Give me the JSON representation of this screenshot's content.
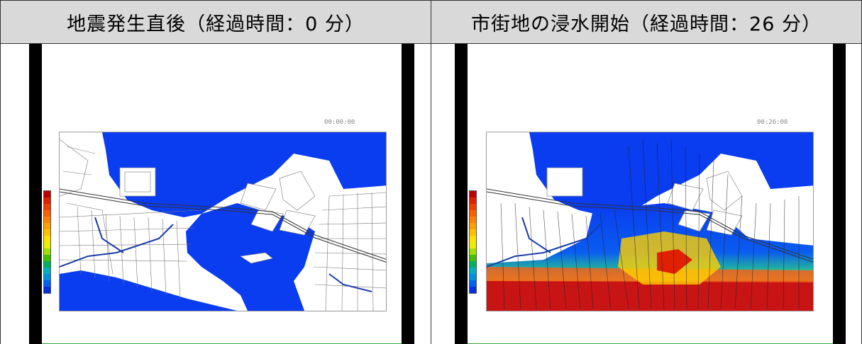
{
  "panels": [
    {
      "title": "地震発生直後（経過時間：0 分）",
      "timestamp": "00:00:00"
    },
    {
      "title": "市街地の浸水開始（経過時間：26 分）",
      "timestamp": "00:26:00"
    }
  ],
  "colors": {
    "header_bg": "#d9d9d9",
    "sea_blue": "#0a3cf0",
    "flood_red": "#c81414",
    "legend_scale": [
      "#c00000",
      "#e02000",
      "#f04000",
      "#f86000",
      "#ff8000",
      "#ffa000",
      "#ffc000",
      "#ffe000",
      "#e8f000",
      "#a0e000",
      "#40c000",
      "#00b060",
      "#00b0c0",
      "#0090e0",
      "#0060f0",
      "#0030e0"
    ]
  }
}
